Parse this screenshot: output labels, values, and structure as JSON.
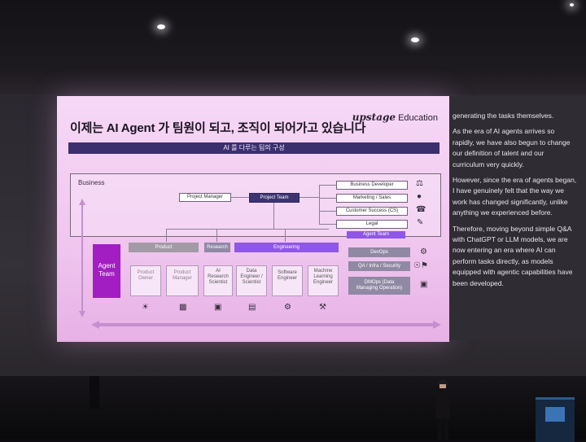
{
  "slide": {
    "title": "이제는 AI Agent 가 팀원이 되고, 조직이 되어가고 있습니다",
    "brand_name": "upstage",
    "brand_suffix": "Education",
    "banner": "AI 를 다루는 팀의 구성",
    "business_label": "Business",
    "project_manager": "Project Manager",
    "project_team": "Project Team",
    "business_units": [
      "Business Developer",
      "Marketing / Sales",
      "Customer Success (CS)",
      "Legal"
    ],
    "agent_team_top": "Agent Team",
    "agent_team_side": "Agent\nTeam",
    "groups": {
      "product": "Product",
      "research": "Research",
      "engineering": "Engineering"
    },
    "roles": [
      "Product\nOwner",
      "Product\nManager",
      "AI\nResearch\nScientist",
      "Data\nEngineer /\nScientist",
      "Software\nEngineer",
      "Machine\nLearning\nEngineer"
    ],
    "ops": [
      "DevOps",
      "QA / Infra / Security",
      "DMOps (Data\nManaging Operation)"
    ]
  },
  "side_text": [
    "generating the tasks themselves.",
    "As the era of AI agents arrives so rapidly, we have also begun to change our definition of talent and our curriculum very quickly.",
    "However, since the era of agents began, I have genuinely felt that the way we work has changed significantly, unlike anything we experienced before.",
    "Therefore, moving beyond simple Q&A with ChatGPT or LLM models, we are now entering an era where AI can perform tasks directly, as models equipped with agentic capabilities have been developed."
  ],
  "colors": {
    "slide_bg": "#f2cdf2",
    "banner": "#3b2f6e",
    "accent_purple": "#8e57e6",
    "agent_magenta": "#a31ec2"
  }
}
